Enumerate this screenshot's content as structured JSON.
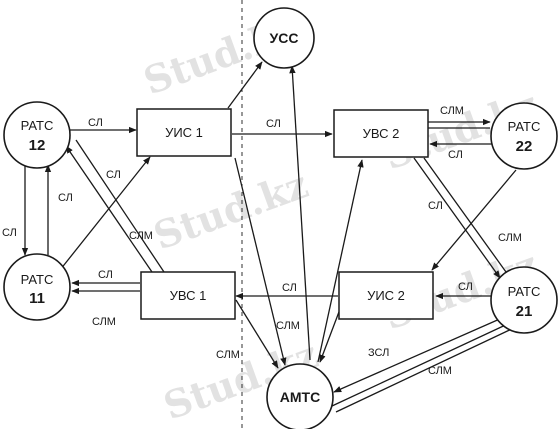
{
  "watermark": "Stud.kz",
  "nodes": {
    "ratc12": {
      "name": "РАТС",
      "num": "12"
    },
    "ratc11": {
      "name": "РАТС",
      "num": "11"
    },
    "ratc22": {
      "name": "РАТС",
      "num": "22"
    },
    "ratc21": {
      "name": "РАТС",
      "num": "21"
    },
    "ucc": {
      "label": "УСС"
    },
    "amtc": {
      "label": "АМТС"
    },
    "uic1": {
      "label": "УИС 1"
    },
    "uvc2": {
      "label": "УВС 2"
    },
    "uvc1": {
      "label": "УВС 1"
    },
    "uic2": {
      "label": "УИС 2"
    }
  },
  "edges": {
    "r12_uic1": "СЛ",
    "r12_r11_left": "СЛ",
    "r11_r12_mid": "СЛ",
    "r11_uic1": "СЛ",
    "uvc1_r12": "СЛМ",
    "uvc1_r11_a": "СЛ",
    "uvc1_r11_b": "СЛМ",
    "uic1_uvc2": "СЛ",
    "uvc2_r22_a": "СЛМ",
    "uvc2_r22_b": "СЛ",
    "uvc2_r21": "СЛМ",
    "r22_uic2": "СЛ",
    "r21_uic2": "СЛ",
    "uic2_uvc1": "СЛ",
    "uic2_amtc": "СЛМ",
    "r21_amtc": "ЗСЛ",
    "amtc_r21": "СЛМ",
    "uvc1_amtc": "СЛМ"
  }
}
